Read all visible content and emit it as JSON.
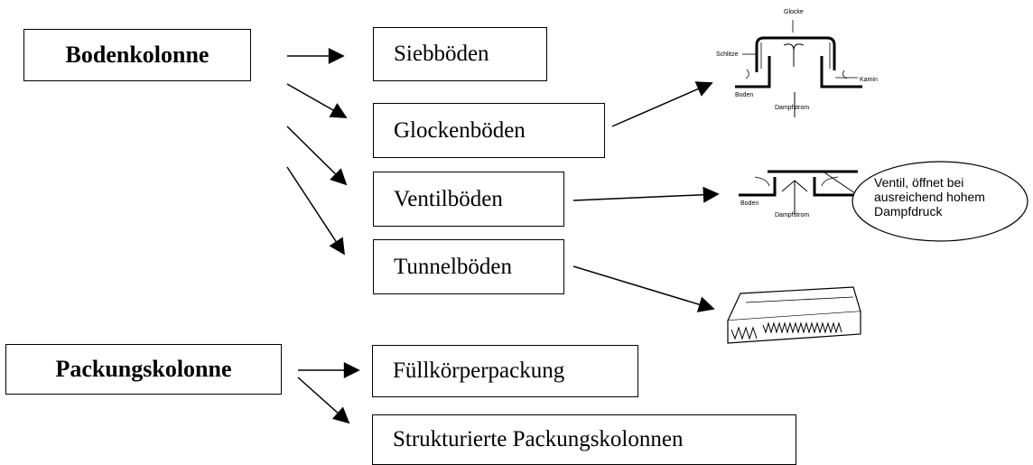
{
  "nodes": {
    "bodenkolonne": "Bodenkolonne",
    "siebboeden": "Siebböden",
    "glockenboeden": "Glockenböden",
    "ventilboeden": "Ventilböden",
    "tunnelboeden": "Tunnelböden",
    "packungskolonne": "Packungskolonne",
    "fuellkoerper": "Füllkörperpackung",
    "strukturiert": "Strukturierte Packungskolonnen"
  },
  "glocke_figure": {
    "glocke": "Glocke",
    "schlitze": "Schlitze",
    "boden": "Boden",
    "kamin": "Kamin",
    "dampfstrom": "Dampfstrom"
  },
  "ventil_figure": {
    "boden": "Boden",
    "dampfstrom": "Dampfstrom"
  },
  "callout": {
    "line1": "Ventil, öffnet bei",
    "line2": "ausreichend hohem",
    "line3": "Dampfdruck"
  }
}
